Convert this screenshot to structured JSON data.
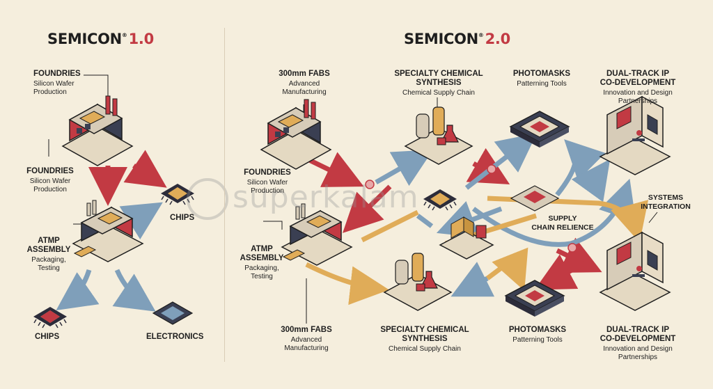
{
  "left": {
    "title": "SEMICON",
    "title_mark": "®",
    "title_version": "1.0",
    "foundries_top": {
      "heading": "FOUNDRIES",
      "sub": "Silicon Wafer\nProduction"
    },
    "foundries_mid": {
      "heading": "FOUNDRIES",
      "sub": "Silicon Wafer\nProduction"
    },
    "atmp": {
      "heading": "ATMP\nASSEMBLY",
      "sub": "Packaging,\nTesting"
    },
    "chips_right": {
      "heading": "CHIPS"
    },
    "chips_bottom": {
      "heading": "CHIPS"
    },
    "electronics": {
      "heading": "ELECTRONICS"
    }
  },
  "right": {
    "title": "SEMICON",
    "title_mark": "®",
    "title_version": "2.0",
    "fabs_top": {
      "heading": "300mm FABS",
      "sub": "Advanced\nManufacturing"
    },
    "chem_top": {
      "heading": "SPECIALTY CHEMICAL\nSYNTHESIS",
      "sub": "Chemical Supply Chain"
    },
    "photomasks_top": {
      "heading": "PHOTOMASKS",
      "sub": "Patterning Tools"
    },
    "ip_top": {
      "heading": "DUAL-TRACK IP\nCO-DEVELOPMENT",
      "sub": "Innovation and Design\nPartnerships"
    },
    "foundries": {
      "heading": "FOUNDRIES",
      "sub": "Silicon Wafer\nProduction"
    },
    "systems": {
      "heading": "SYSTEMS\nINTEGRATION"
    },
    "supply": {
      "heading": "SUPPLY\nCHAIN RELIENCE"
    },
    "atmp": {
      "heading": "ATMP\nASSEMBLY",
      "sub": "Packaging,\nTesting"
    },
    "fabs_bottom": {
      "heading": "300mm FABS",
      "sub": "Advanced\nManufacturing"
    },
    "chem_bottom": {
      "heading": "SPECIALTY CHEMICAL\nSYNTHESIS",
      "sub": "Chemical Supply Chain"
    },
    "photomasks_bottom": {
      "heading": "PHOTOMASKS",
      "sub": "Patterning Tools"
    },
    "ip_bottom": {
      "heading": "DUAL-TRACK IP\nCO-DEVELOPMENT",
      "sub": "Innovation and Design\nPartnerships"
    }
  },
  "watermark": "superkalam",
  "colors": {
    "background": "#f5eedd",
    "red": "#c23a43",
    "blue": "#7f9fba",
    "gold": "#e0ac58",
    "dark": "#1e1e1e"
  }
}
